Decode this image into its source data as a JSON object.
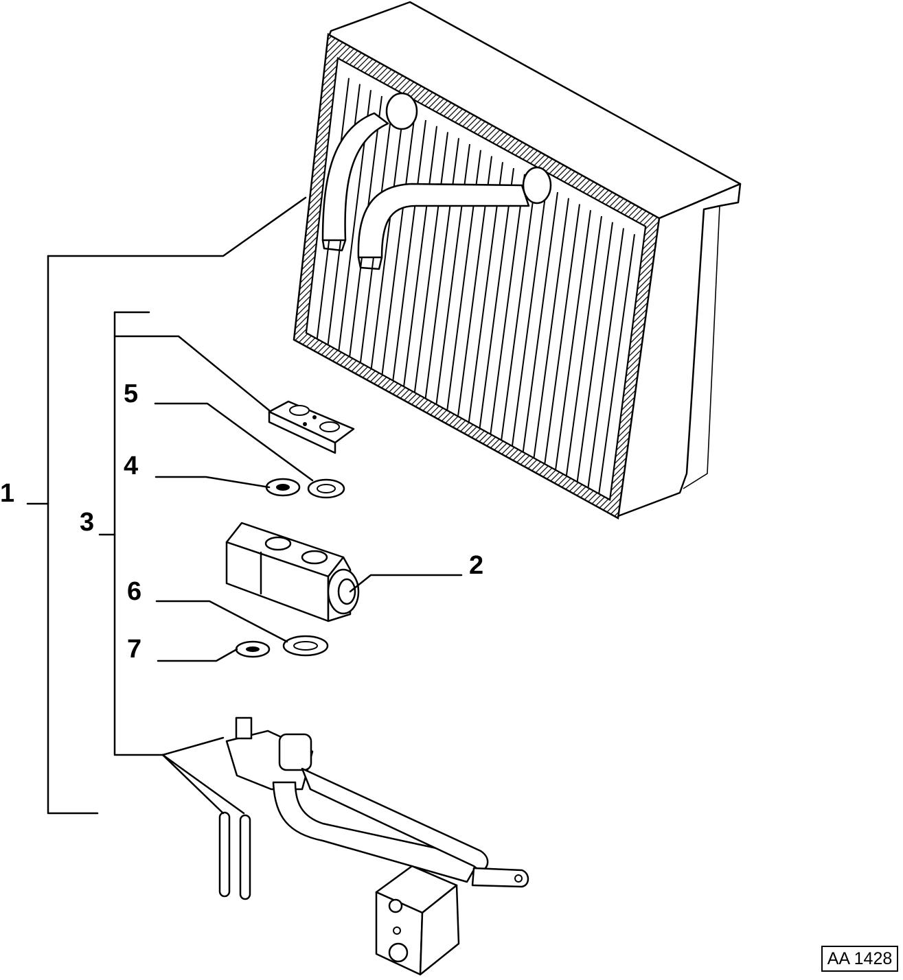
{
  "callouts": {
    "c1": "1",
    "c2": "2",
    "c3": "3",
    "c4": "4",
    "c5": "5",
    "c6": "6",
    "c7": "7"
  },
  "reference_code": "AA 1428"
}
